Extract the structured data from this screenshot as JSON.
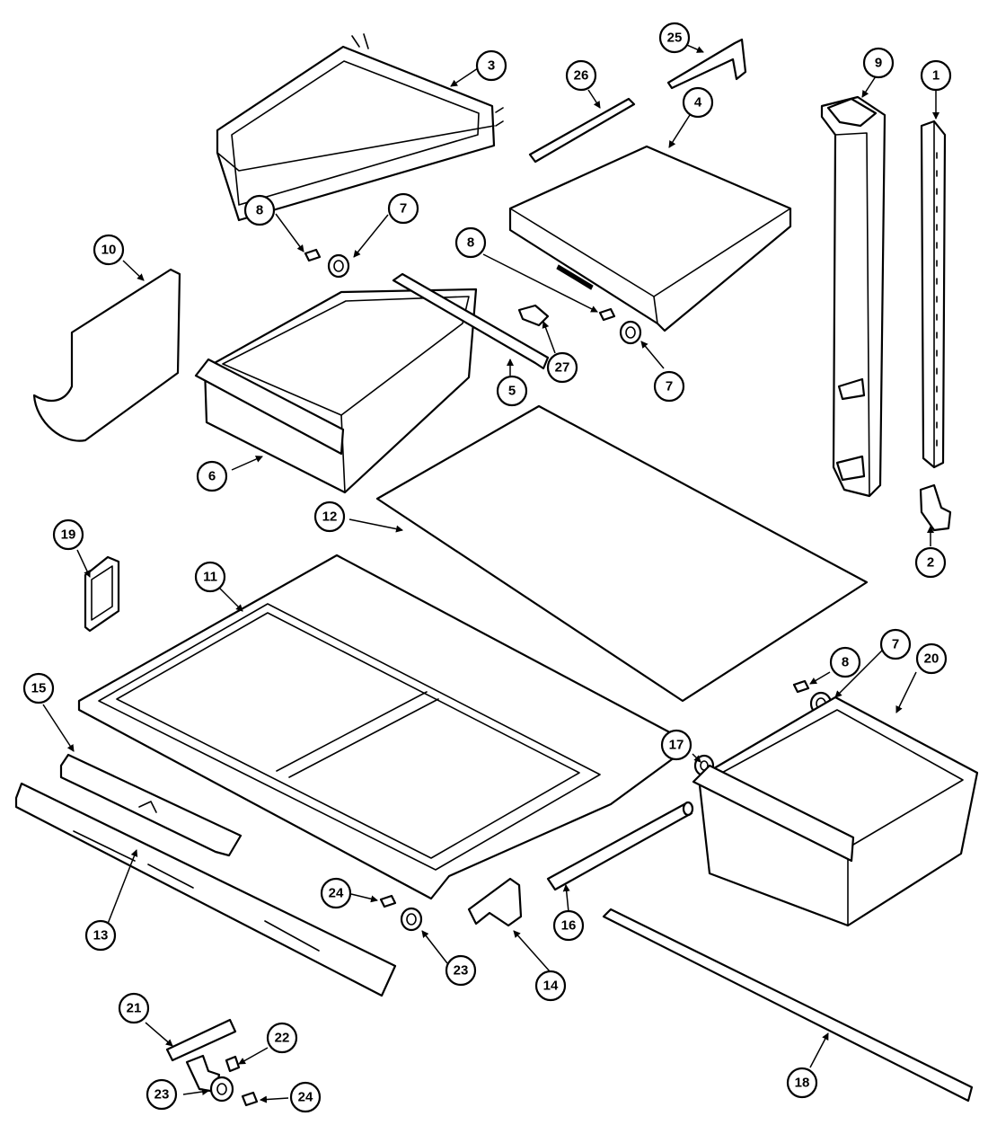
{
  "diagram": {
    "type": "exploded-parts-diagram",
    "callouts": [
      {
        "label": "1"
      },
      {
        "label": "2"
      },
      {
        "label": "3"
      },
      {
        "label": "4"
      },
      {
        "label": "5"
      },
      {
        "label": "6"
      },
      {
        "label": "7"
      },
      {
        "label": "7"
      },
      {
        "label": "7"
      },
      {
        "label": "8"
      },
      {
        "label": "8"
      },
      {
        "label": "8"
      },
      {
        "label": "9"
      },
      {
        "label": "10"
      },
      {
        "label": "11"
      },
      {
        "label": "12"
      },
      {
        "label": "13"
      },
      {
        "label": "14"
      },
      {
        "label": "15"
      },
      {
        "label": "16"
      },
      {
        "label": "17"
      },
      {
        "label": "18"
      },
      {
        "label": "19"
      },
      {
        "label": "20"
      },
      {
        "label": "21"
      },
      {
        "label": "22"
      },
      {
        "label": "23"
      },
      {
        "label": "23"
      },
      {
        "label": "24"
      },
      {
        "label": "24"
      },
      {
        "label": "25"
      },
      {
        "label": "26"
      },
      {
        "label": "27"
      }
    ]
  }
}
